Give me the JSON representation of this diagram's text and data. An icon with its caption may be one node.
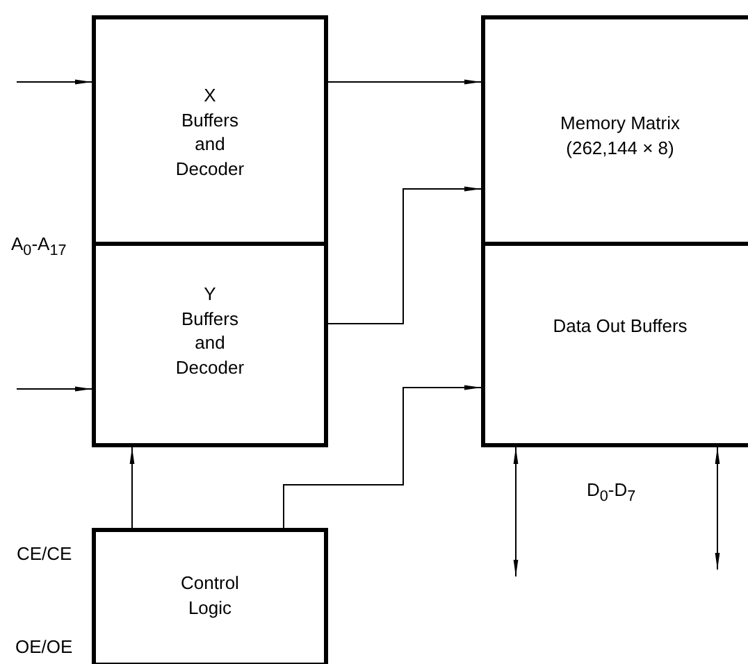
{
  "diagram": {
    "nodes": [
      {
        "text": [
          "X Buffers and Decoder"
        ]
      },
      {
        "text": [
          "Memory Matrix",
          "(262,144 × 8)"
        ]
      },
      {
        "text": [
          "Y Buffers and Decoder"
        ]
      },
      {
        "text": [
          "Data Out Buffers"
        ]
      },
      {
        "text": [
          "Control Logic"
        ]
      }
    ],
    "edges": [
      {
        "from": null,
        "to": 0,
        "arrow": "to"
      },
      {
        "from": null,
        "to": 2,
        "arrow": "to"
      },
      {
        "from": 0,
        "to": 1,
        "arrow": "to"
      },
      {
        "from": 2,
        "to": 1,
        "arrow": "to"
      },
      {
        "from": 4,
        "to": 2,
        "arrow": "to"
      },
      {
        "from": 4,
        "to": 3,
        "arrow": "to"
      },
      {
        "from": 3,
        "to": null,
        "arrow": "both"
      },
      {
        "from": 3,
        "to": null,
        "arrow": "both"
      }
    ],
    "labels": [
      "A$_{0}$-A$_{17}$",
      "D$_{0}$-D$_{7}$",
      "CE/CE",
      "OE/OE"
    ]
  }
}
